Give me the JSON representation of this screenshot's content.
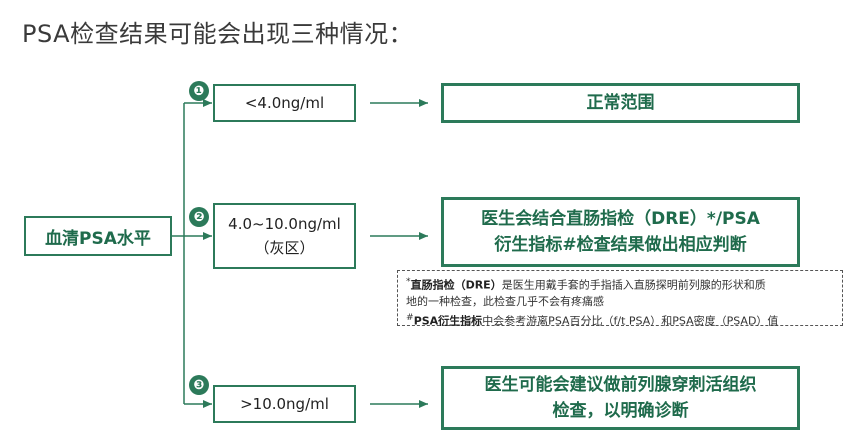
{
  "title": "PSA检查结果可能会出现三种情况：",
  "root": {
    "label": "血清PSA水平"
  },
  "branches": [
    {
      "badge": "❶",
      "condition": "<4.0ng/ml",
      "condition_sub": "",
      "result_line1": "正常范围",
      "result_line2": ""
    },
    {
      "badge": "❷",
      "condition": "4.0~10.0ng/ml",
      "condition_sub": "（灰区）",
      "result_line1": "医生会结合直肠指检（DRE）*/PSA",
      "result_line2": "衍生指标#检查结果做出相应判断"
    },
    {
      "badge": "❸",
      "condition": ">10.0ng/ml",
      "condition_sub": "",
      "result_line1": "医生可能会建议做前列腺穿刺活组织",
      "result_line2": "检查，以明确诊断"
    }
  ],
  "note": {
    "line1_mark": "*",
    "line1_term": "直肠指检（DRE）",
    "line1_text": "是医生用戴手套的手指插入直肠探明前列腺的形状和质",
    "line2_text": "地的一种检查，此检查几乎不会有疼痛感",
    "line3_mark": "#",
    "line3_term": "PSA衍生指标",
    "line3_text": "中会参考游离PSA百分比（f/t PSA）和PSA密度（PSAD）值"
  },
  "colors": {
    "accent": "#2c7a5a",
    "accent_text": "#1f6b4c"
  }
}
